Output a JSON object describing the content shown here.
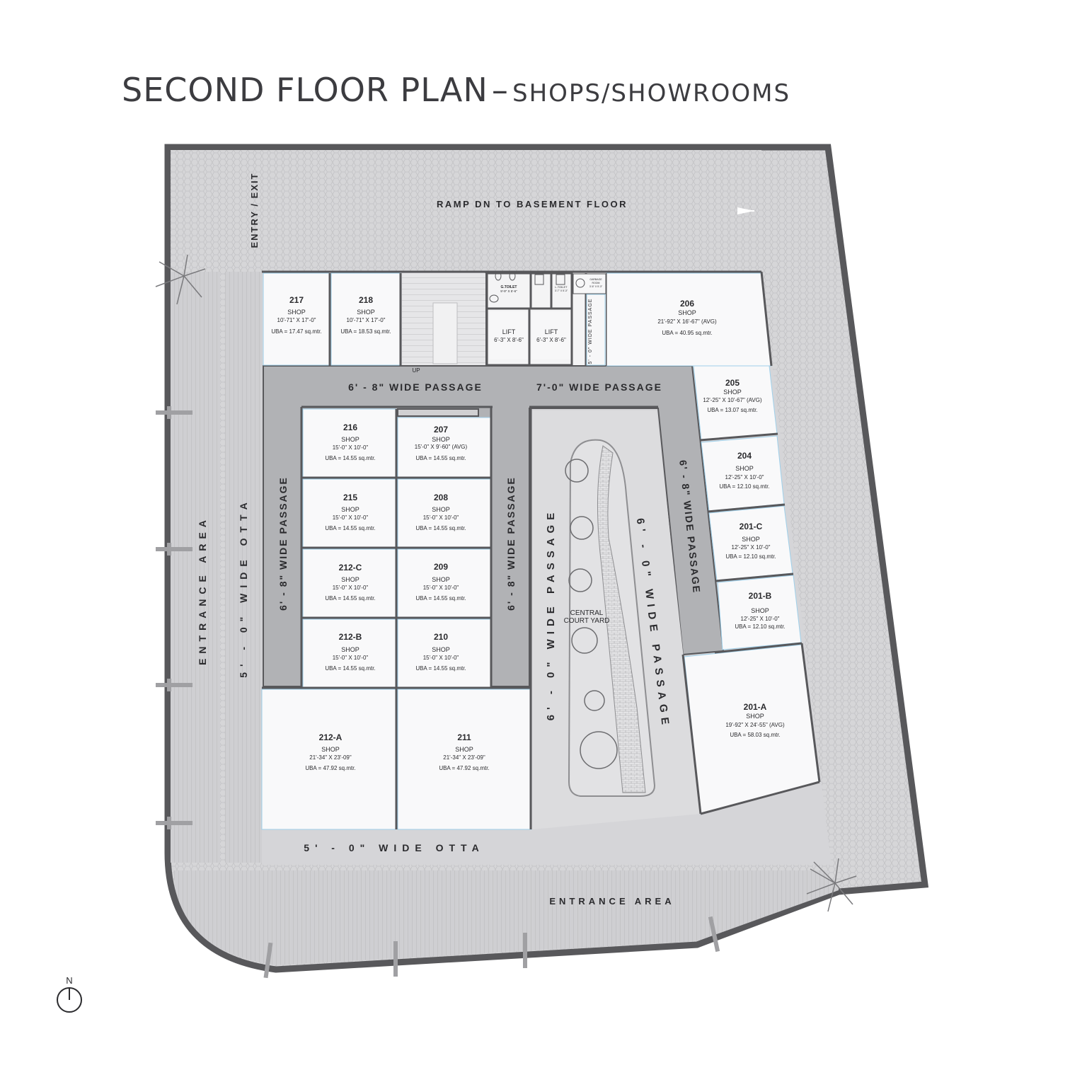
{
  "title": {
    "main": "SECOND FLOOR PLAN",
    "dash": "–",
    "sub": "SHOPS/SHOWROOMS"
  },
  "labels": {
    "ramp": "RAMP DN TO BASEMENT FLOOR",
    "entry_exit": "ENTRY / EXIT",
    "passage_top_left": "6' - 8\" WIDE PASSAGE",
    "passage_top_right": "7'-0\" WIDE PASSAGE",
    "passage_left": "6' - 8\" WIDE PASSAGE",
    "passage_mid": "6' - 8\" WIDE PASSAGE",
    "passage_right_diag": "6' - 8\" WIDE PASSAGE",
    "passage_court_left": "6' - 0\" WIDE PASSAGE",
    "passage_court_right": "6' - 0\" WIDE PASSAGE",
    "otta_left": "5' - 0\" WIDE OTTA",
    "otta_bottom": "5' - 0\" WIDE OTTA",
    "entrance_left": "ENTRANCE AREA",
    "entrance_bottom": "ENTRANCE AREA",
    "passage_vertical_small": "5' - 0\" WIDE PASSAGE",
    "courtyard_1": "CENTRAL",
    "courtyard_2": "COURT YARD",
    "up": "UP",
    "lift_1": "LIFT",
    "lift_1_dim": "6'-3\" X 8'-6\"",
    "lift_2": "LIFT",
    "lift_2_dim": "6'-3\" X 8'-6\"",
    "gtoilet": "G.TOILET",
    "gtoilet_dim": "9'-9\" X 5'-6\"",
    "ltoilet": "L.TOILET",
    "ltoilet_dim": "3'-7\" X 5'-3\"",
    "garbage": "GARBAGE",
    "garbage_2": "ROOM",
    "garbage_dim": "3'-6\" X 5'-3\"",
    "north": "N"
  },
  "shops": {
    "s217": {
      "no": "217",
      "type": "SHOP",
      "dim": "10'-71\" X 17'-0\"",
      "uba": "UBA = 17.47 sq.mtr."
    },
    "s218": {
      "no": "218",
      "type": "SHOP",
      "dim": "10'-71\" X 17'-0\"",
      "uba": "UBA = 18.53 sq.mtr."
    },
    "s206": {
      "no": "206",
      "type": "SHOP",
      "dim": "21'-92\" X 16'-67\" (AVG)",
      "uba": "UBA = 40.95 sq.mtr."
    },
    "s205": {
      "no": "205",
      "type": "SHOP",
      "dim": "12'-25\" X 10'-67\" (AVG)",
      "uba": "UBA = 13.07 sq.mtr."
    },
    "s204": {
      "no": "204",
      "type": "SHOP",
      "dim": "12'-25\" X 10'-0\"",
      "uba": "UBA = 12.10 sq.mtr."
    },
    "s201c": {
      "no": "201-C",
      "type": "SHOP",
      "dim": "12'-25\" X 10'-0\"",
      "uba": "UBA = 12.10 sq.mtr."
    },
    "s201b": {
      "no": "201-B",
      "type": "SHOP",
      "dim": "12'-25\" X 10'-0\"",
      "uba": "UBA = 12.10 sq.mtr."
    },
    "s201a": {
      "no": "201-A",
      "type": "SHOP",
      "dim": "19'-92\" X 24'-55\" (AVG)",
      "uba": "UBA = 58.03 sq.mtr."
    },
    "s216": {
      "no": "216",
      "type": "SHOP",
      "dim": "15'-0\" X 10'-0\"",
      "uba": "UBA = 14.55 sq.mtr."
    },
    "s207": {
      "no": "207",
      "type": "SHOP",
      "dim": "15'-0\" X 9'-60\" (AVG)",
      "uba": "UBA = 14.55 sq.mtr."
    },
    "s215": {
      "no": "215",
      "type": "SHOP",
      "dim": "15'-0\" X 10'-0\"",
      "uba": "UBA = 14.55 sq.mtr."
    },
    "s208": {
      "no": "208",
      "type": "SHOP",
      "dim": "15'-0\" X 10'-0\"",
      "uba": "UBA = 14.55 sq.mtr."
    },
    "s212c": {
      "no": "212-C",
      "type": "SHOP",
      "dim": "15'-0\" X 10'-0\"",
      "uba": "UBA = 14.55 sq.mtr."
    },
    "s209": {
      "no": "209",
      "type": "SHOP",
      "dim": "15'-0\" X 10'-0\"",
      "uba": "UBA = 14.55 sq.mtr."
    },
    "s212b": {
      "no": "212-B",
      "type": "SHOP",
      "dim": "15'-0\" X 10'-0\"",
      "uba": "UBA = 14.55 sq.mtr."
    },
    "s210": {
      "no": "210",
      "type": "SHOP",
      "dim": "15'-0\" X 10'-0\"",
      "uba": "UBA = 14.55 sq.mtr."
    },
    "s212a": {
      "no": "212-A",
      "type": "SHOP",
      "dim": "21'-34\" X 23'-09\"",
      "uba": "UBA = 47.92 sq.mtr."
    },
    "s211": {
      "no": "211",
      "type": "SHOP",
      "dim": "21'-34\" X 23'-09\"",
      "uba": "UBA = 47.92 sq.mtr."
    }
  },
  "colors": {
    "wall": "#58585b",
    "paving": "#d9d9db",
    "passage": "#b2b3b6",
    "court": "#dcdcde",
    "shop": "#f9f9fa",
    "shop_edge": "#9fd0ea",
    "text": "#2b2b2e"
  }
}
